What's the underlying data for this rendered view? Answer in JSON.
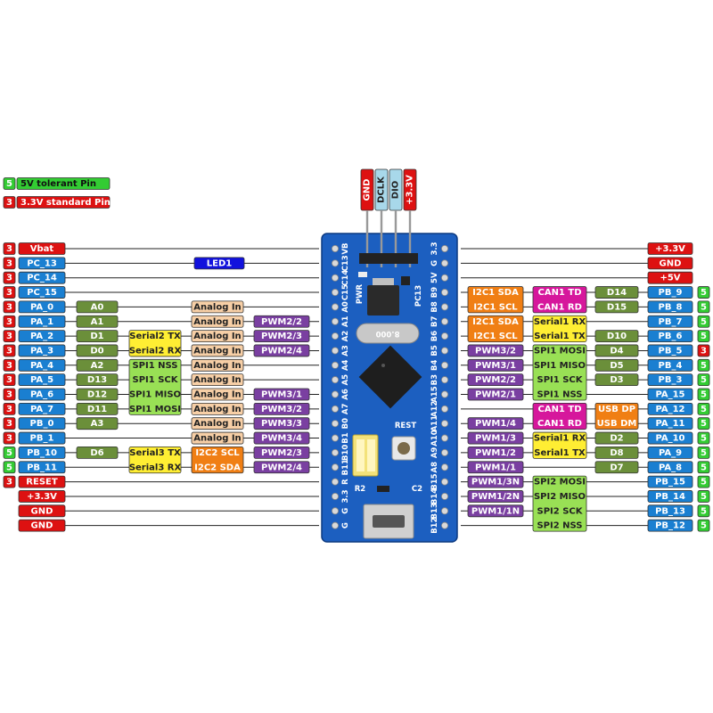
{
  "legend": [
    {
      "num": "5",
      "text": "5V tolerant Pin",
      "color": "#33cc33"
    },
    {
      "num": "3",
      "text": "3.3V standard Pin",
      "color": "#dd1111"
    }
  ],
  "header_pins": [
    "GND",
    "DCLK",
    "DIO",
    "+3.3V"
  ],
  "led_label": "LED1",
  "board": {
    "left_silk": [
      "VB",
      "C13",
      "C14",
      "C15",
      "A0",
      "A1",
      "A2",
      "A3",
      "A4",
      "A5",
      "A6",
      "A7",
      "B0",
      "B1",
      "B10",
      "B11",
      "R",
      "3.3",
      "G",
      "G"
    ],
    "right_silk": [
      "3.3",
      "G",
      "5V",
      "B9",
      "B8",
      "B7",
      "B6",
      "B5",
      "B4",
      "B3",
      "A15",
      "A12",
      "A11",
      "A10",
      "A9",
      "A8",
      "B15",
      "B14",
      "B13",
      "B12"
    ],
    "pwr": "PWR",
    "pc13": "PC13",
    "crystal": "8.000",
    "reset": "REST",
    "r2": "R2",
    "c2": "C2"
  },
  "left_rows": [
    {
      "num": "3",
      "pin": "Vbat",
      "pin_color": "red"
    },
    {
      "num": "3",
      "pin": "PC_13",
      "pin_color": "blue"
    },
    {
      "num": "3",
      "pin": "PC_14",
      "pin_color": "blue"
    },
    {
      "num": "3",
      "pin": "PC_15",
      "pin_color": "blue"
    },
    {
      "num": "3",
      "pin": "PA_0",
      "pin_color": "blue"
    },
    {
      "num": "3",
      "pin": "PA_1",
      "pin_color": "blue"
    },
    {
      "num": "3",
      "pin": "PA_2",
      "pin_color": "blue"
    },
    {
      "num": "3",
      "pin": "PA_3",
      "pin_color": "blue"
    },
    {
      "num": "3",
      "pin": "PA_4",
      "pin_color": "blue"
    },
    {
      "num": "3",
      "pin": "PA_5",
      "pin_color": "blue"
    },
    {
      "num": "3",
      "pin": "PA_6",
      "pin_color": "blue"
    },
    {
      "num": "3",
      "pin": "PA_7",
      "pin_color": "blue"
    },
    {
      "num": "3",
      "pin": "PB_0",
      "pin_color": "blue"
    },
    {
      "num": "3",
      "pin": "PB_1",
      "pin_color": "blue"
    },
    {
      "num": "5",
      "pin": "PB_10",
      "pin_color": "blue"
    },
    {
      "num": "5",
      "pin": "PB_11",
      "pin_color": "blue"
    },
    {
      "num": "3",
      "pin": "RESET",
      "pin_color": "red"
    },
    {
      "num": "",
      "pin": "+3.3V",
      "pin_color": "red"
    },
    {
      "num": "",
      "pin": "GND",
      "pin_color": "red"
    },
    {
      "num": "",
      "pin": "GND",
      "pin_color": "red"
    }
  ],
  "right_rows": [
    {
      "num": "",
      "pin": "+3.3V",
      "pin_color": "red"
    },
    {
      "num": "",
      "pin": "GND",
      "pin_color": "red"
    },
    {
      "num": "",
      "pin": "+5V",
      "pin_color": "red"
    },
    {
      "num": "5",
      "pin": "PB_9",
      "pin_color": "blue"
    },
    {
      "num": "5",
      "pin": "PB_8",
      "pin_color": "blue"
    },
    {
      "num": "5",
      "pin": "PB_7",
      "pin_color": "blue"
    },
    {
      "num": "5",
      "pin": "PB_6",
      "pin_color": "blue"
    },
    {
      "num": "3",
      "pin": "PB_5",
      "pin_color": "blue"
    },
    {
      "num": "5",
      "pin": "PB_4",
      "pin_color": "blue"
    },
    {
      "num": "5",
      "pin": "PB_3",
      "pin_color": "blue"
    },
    {
      "num": "5",
      "pin": "PA_15",
      "pin_color": "blue"
    },
    {
      "num": "5",
      "pin": "PA_12",
      "pin_color": "blue"
    },
    {
      "num": "5",
      "pin": "PA_11",
      "pin_color": "blue"
    },
    {
      "num": "5",
      "pin": "PA_10",
      "pin_color": "blue"
    },
    {
      "num": "5",
      "pin": "PA_9",
      "pin_color": "blue"
    },
    {
      "num": "5",
      "pin": "PA_8",
      "pin_color": "blue"
    },
    {
      "num": "5",
      "pin": "PB_15",
      "pin_color": "blue"
    },
    {
      "num": "5",
      "pin": "PB_14",
      "pin_color": "blue"
    },
    {
      "num": "5",
      "pin": "PB_13",
      "pin_color": "blue"
    },
    {
      "num": "5",
      "pin": "PB_12",
      "pin_color": "blue"
    }
  ],
  "left_labels": [
    {
      "text": "A0",
      "type": "arduino",
      "col": 1,
      "row": 4
    },
    {
      "text": "A1",
      "type": "arduino",
      "col": 1,
      "row": 5
    },
    {
      "text": "D1",
      "type": "arduino",
      "col": 1,
      "row": 6
    },
    {
      "text": "D0",
      "type": "arduino",
      "col": 1,
      "row": 7
    },
    {
      "text": "A2",
      "type": "arduino",
      "col": 1,
      "row": 8
    },
    {
      "text": "D13",
      "type": "arduino",
      "col": 1,
      "row": 9
    },
    {
      "text": "D12",
      "type": "arduino",
      "col": 1,
      "row": 10
    },
    {
      "text": "D11",
      "type": "arduino",
      "col": 1,
      "row": 11
    },
    {
      "text": "A3",
      "type": "arduino",
      "col": 1,
      "row": 12
    },
    {
      "text": "D6",
      "type": "arduino",
      "col": 1,
      "row": 14
    },
    {
      "text": "Analog In",
      "type": "analog",
      "col": 3,
      "row": 4
    },
    {
      "text": "Analog In",
      "type": "analog",
      "col": 3,
      "row": 5
    },
    {
      "text": "Analog In",
      "type": "analog",
      "col": 3,
      "row": 6
    },
    {
      "text": "Analog In",
      "type": "analog",
      "col": 3,
      "row": 7
    },
    {
      "text": "Analog In",
      "type": "analog",
      "col": 3,
      "row": 8
    },
    {
      "text": "Analog In",
      "type": "analog",
      "col": 3,
      "row": 9
    },
    {
      "text": "Analog In",
      "type": "analog",
      "col": 3,
      "row": 10
    },
    {
      "text": "Analog In",
      "type": "analog",
      "col": 3,
      "row": 11
    },
    {
      "text": "Analog In",
      "type": "analog",
      "col": 3,
      "row": 12
    },
    {
      "text": "Analog In",
      "type": "analog",
      "col": 3,
      "row": 13
    },
    {
      "text": "PWM2/2",
      "type": "pwm",
      "col": 4,
      "row": 5
    },
    {
      "text": "PWM2/3",
      "type": "pwm",
      "col": 4,
      "row": 6
    },
    {
      "text": "PWM2/4",
      "type": "pwm",
      "col": 4,
      "row": 7
    },
    {
      "text": "PWM3/1",
      "type": "pwm",
      "col": 4,
      "row": 10
    },
    {
      "text": "PWM3/2",
      "type": "pwm",
      "col": 4,
      "row": 11
    },
    {
      "text": "PWM3/3",
      "type": "pwm",
      "col": 4,
      "row": 12
    },
    {
      "text": "PWM3/4",
      "type": "pwm",
      "col": 4,
      "row": 13
    },
    {
      "text": "PWM2/3",
      "type": "pwm",
      "col": 4,
      "row": 14
    },
    {
      "text": "PWM2/4",
      "type": "pwm",
      "col": 4,
      "row": 15
    }
  ],
  "left_groups": [
    {
      "lines": [
        "Serial2 TX",
        "Serial2 RX"
      ],
      "type": "serial",
      "col": 2,
      "start": 6
    },
    {
      "lines": [
        "SPI1 NSS",
        "SPI1 SCK",
        "SPI1 MISO",
        "SPI1 MOSI"
      ],
      "type": "spi",
      "col": 2,
      "start": 8
    },
    {
      "lines": [
        "Serial3 TX",
        "Serial3 RX"
      ],
      "type": "serial",
      "col": 2,
      "start": 14
    },
    {
      "lines": [
        "I2C2 SCL",
        "I2C2 SDA"
      ],
      "type": "i2c",
      "col": 3,
      "start": 14
    }
  ],
  "right_labels": [
    {
      "text": "D14",
      "type": "arduino",
      "col": 1,
      "row": 3
    },
    {
      "text": "D15",
      "type": "arduino",
      "col": 1,
      "row": 4
    },
    {
      "text": "D10",
      "type": "arduino",
      "col": 1,
      "row": 6
    },
    {
      "text": "D4",
      "type": "arduino",
      "col": 1,
      "row": 7
    },
    {
      "text": "D5",
      "type": "arduino",
      "col": 1,
      "row": 8
    },
    {
      "text": "D3",
      "type": "arduino",
      "col": 1,
      "row": 9
    },
    {
      "text": "D2",
      "type": "arduino",
      "col": 1,
      "row": 13
    },
    {
      "text": "D8",
      "type": "arduino",
      "col": 1,
      "row": 14
    },
    {
      "text": "D7",
      "type": "arduino",
      "col": 1,
      "row": 15
    },
    {
      "text": "PWM3/2",
      "type": "pwm",
      "col": 3,
      "row": 7
    },
    {
      "text": "PWM3/1",
      "type": "pwm",
      "col": 3,
      "row": 8
    },
    {
      "text": "PWM2/2",
      "type": "pwm",
      "col": 3,
      "row": 9
    },
    {
      "text": "PWM2/1",
      "type": "pwm",
      "col": 3,
      "row": 10
    },
    {
      "text": "PWM1/4",
      "type": "pwm",
      "col": 3,
      "row": 12
    },
    {
      "text": "PWM1/3",
      "type": "pwm",
      "col": 3,
      "row": 13
    },
    {
      "text": "PWM1/2",
      "type": "pwm",
      "col": 3,
      "row": 14
    },
    {
      "text": "PWM1/1",
      "type": "pwm",
      "col": 3,
      "row": 15
    },
    {
      "text": "PWM1/3N",
      "type": "pwm",
      "col": 3,
      "row": 16
    },
    {
      "text": "PWM1/2N",
      "type": "pwm",
      "col": 3,
      "row": 17
    },
    {
      "text": "PWM1/1N",
      "type": "pwm",
      "col": 3,
      "row": 18
    }
  ],
  "right_groups": [
    {
      "lines": [
        "I2C1 SDA",
        "I2C1 SCL"
      ],
      "type": "i2c",
      "col": 3,
      "start": 3
    },
    {
      "lines": [
        "CAN1 TD",
        "CAN1 RD"
      ],
      "type": "can",
      "col": 2,
      "start": 3
    },
    {
      "lines": [
        "I2C1 SDA",
        "I2C1 SCL"
      ],
      "type": "i2c",
      "col": 3,
      "start": 5
    },
    {
      "lines": [
        "Serial1 RX",
        "Serial1 TX"
      ],
      "type": "serial",
      "col": 2,
      "start": 5
    },
    {
      "lines": [
        "SPI1 MOSI",
        "SPI1 MISO",
        "SPI1 SCK",
        "SPI1 NSS"
      ],
      "type": "spi",
      "col": 2,
      "start": 7
    },
    {
      "lines": [
        "CAN1 TD",
        "CAN1 RD"
      ],
      "type": "can",
      "col": 2,
      "start": 11
    },
    {
      "lines": [
        "USB DP",
        "USB DM"
      ],
      "type": "usb",
      "col": 1,
      "start": 11
    },
    {
      "lines": [
        "Serial1 RX",
        "Serial1 TX"
      ],
      "type": "serial",
      "col": 2,
      "start": 13
    },
    {
      "lines": [
        "SPI2 MOSI",
        "SPI2 MISO",
        "SPI2 SCK",
        "SPI2 NSS"
      ],
      "type": "spi",
      "col": 2,
      "start": 16
    }
  ],
  "colors": {
    "green": "#33cc33",
    "red": "#dd1111",
    "blue": "#1a7fd1",
    "arduino": "#6b8f3a",
    "analog": "#f7cfa6",
    "pwm": "#7a3fa1",
    "serial": "#ffee33",
    "spi": "#99e055",
    "i2c": "#f07f14",
    "can": "#d6179c",
    "usb": "#f07f14",
    "led": "#1111dd",
    "board": "#1c5fc0"
  }
}
